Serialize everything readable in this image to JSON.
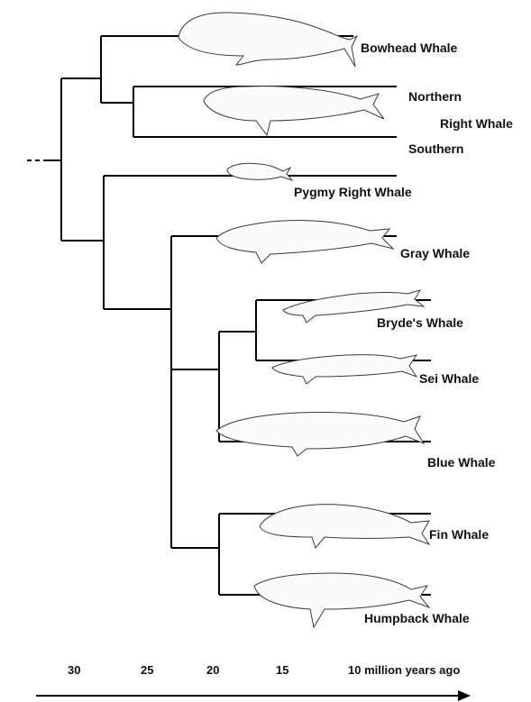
{
  "species": {
    "bowhead": "Bowhead Whale",
    "northern": "Northern",
    "right_whale": "Right Whale",
    "southern": "Southern",
    "pygmy_right": "Pygmy Right Whale",
    "gray": "Gray Whale",
    "brydes": "Bryde's Whale",
    "sei": "Sei Whale",
    "blue": "Blue Whale",
    "fin": "Fin Whale",
    "humpback": "Humpback Whale"
  },
  "time_axis": {
    "ticks": [
      "30",
      "25",
      "20",
      "15",
      "10 million years ago"
    ]
  },
  "icons": {
    "whale": "whale-silhouette-icon",
    "arrow": "time-arrow-icon"
  }
}
